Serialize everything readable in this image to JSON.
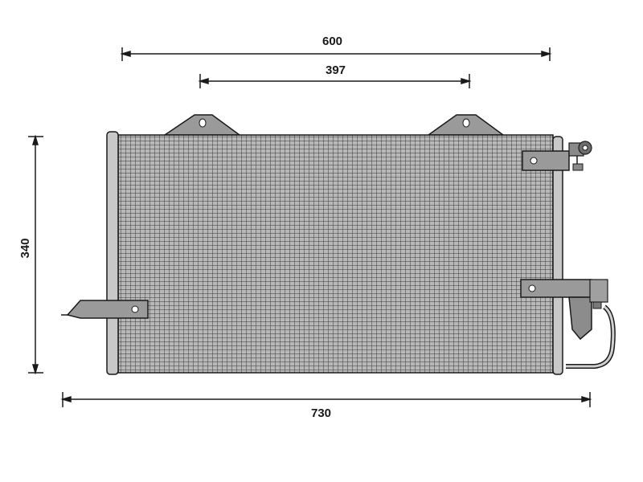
{
  "dimensions": {
    "overall_width": "730",
    "top_width": "600",
    "mount_spacing": "397",
    "height": "340"
  },
  "colors": {
    "line": "#1a1a1a",
    "bracket_fill": "#9a9a9a",
    "core_fill": "#a8a8a8",
    "tank_fill": "#c8c8c8",
    "background": "#ffffff"
  }
}
